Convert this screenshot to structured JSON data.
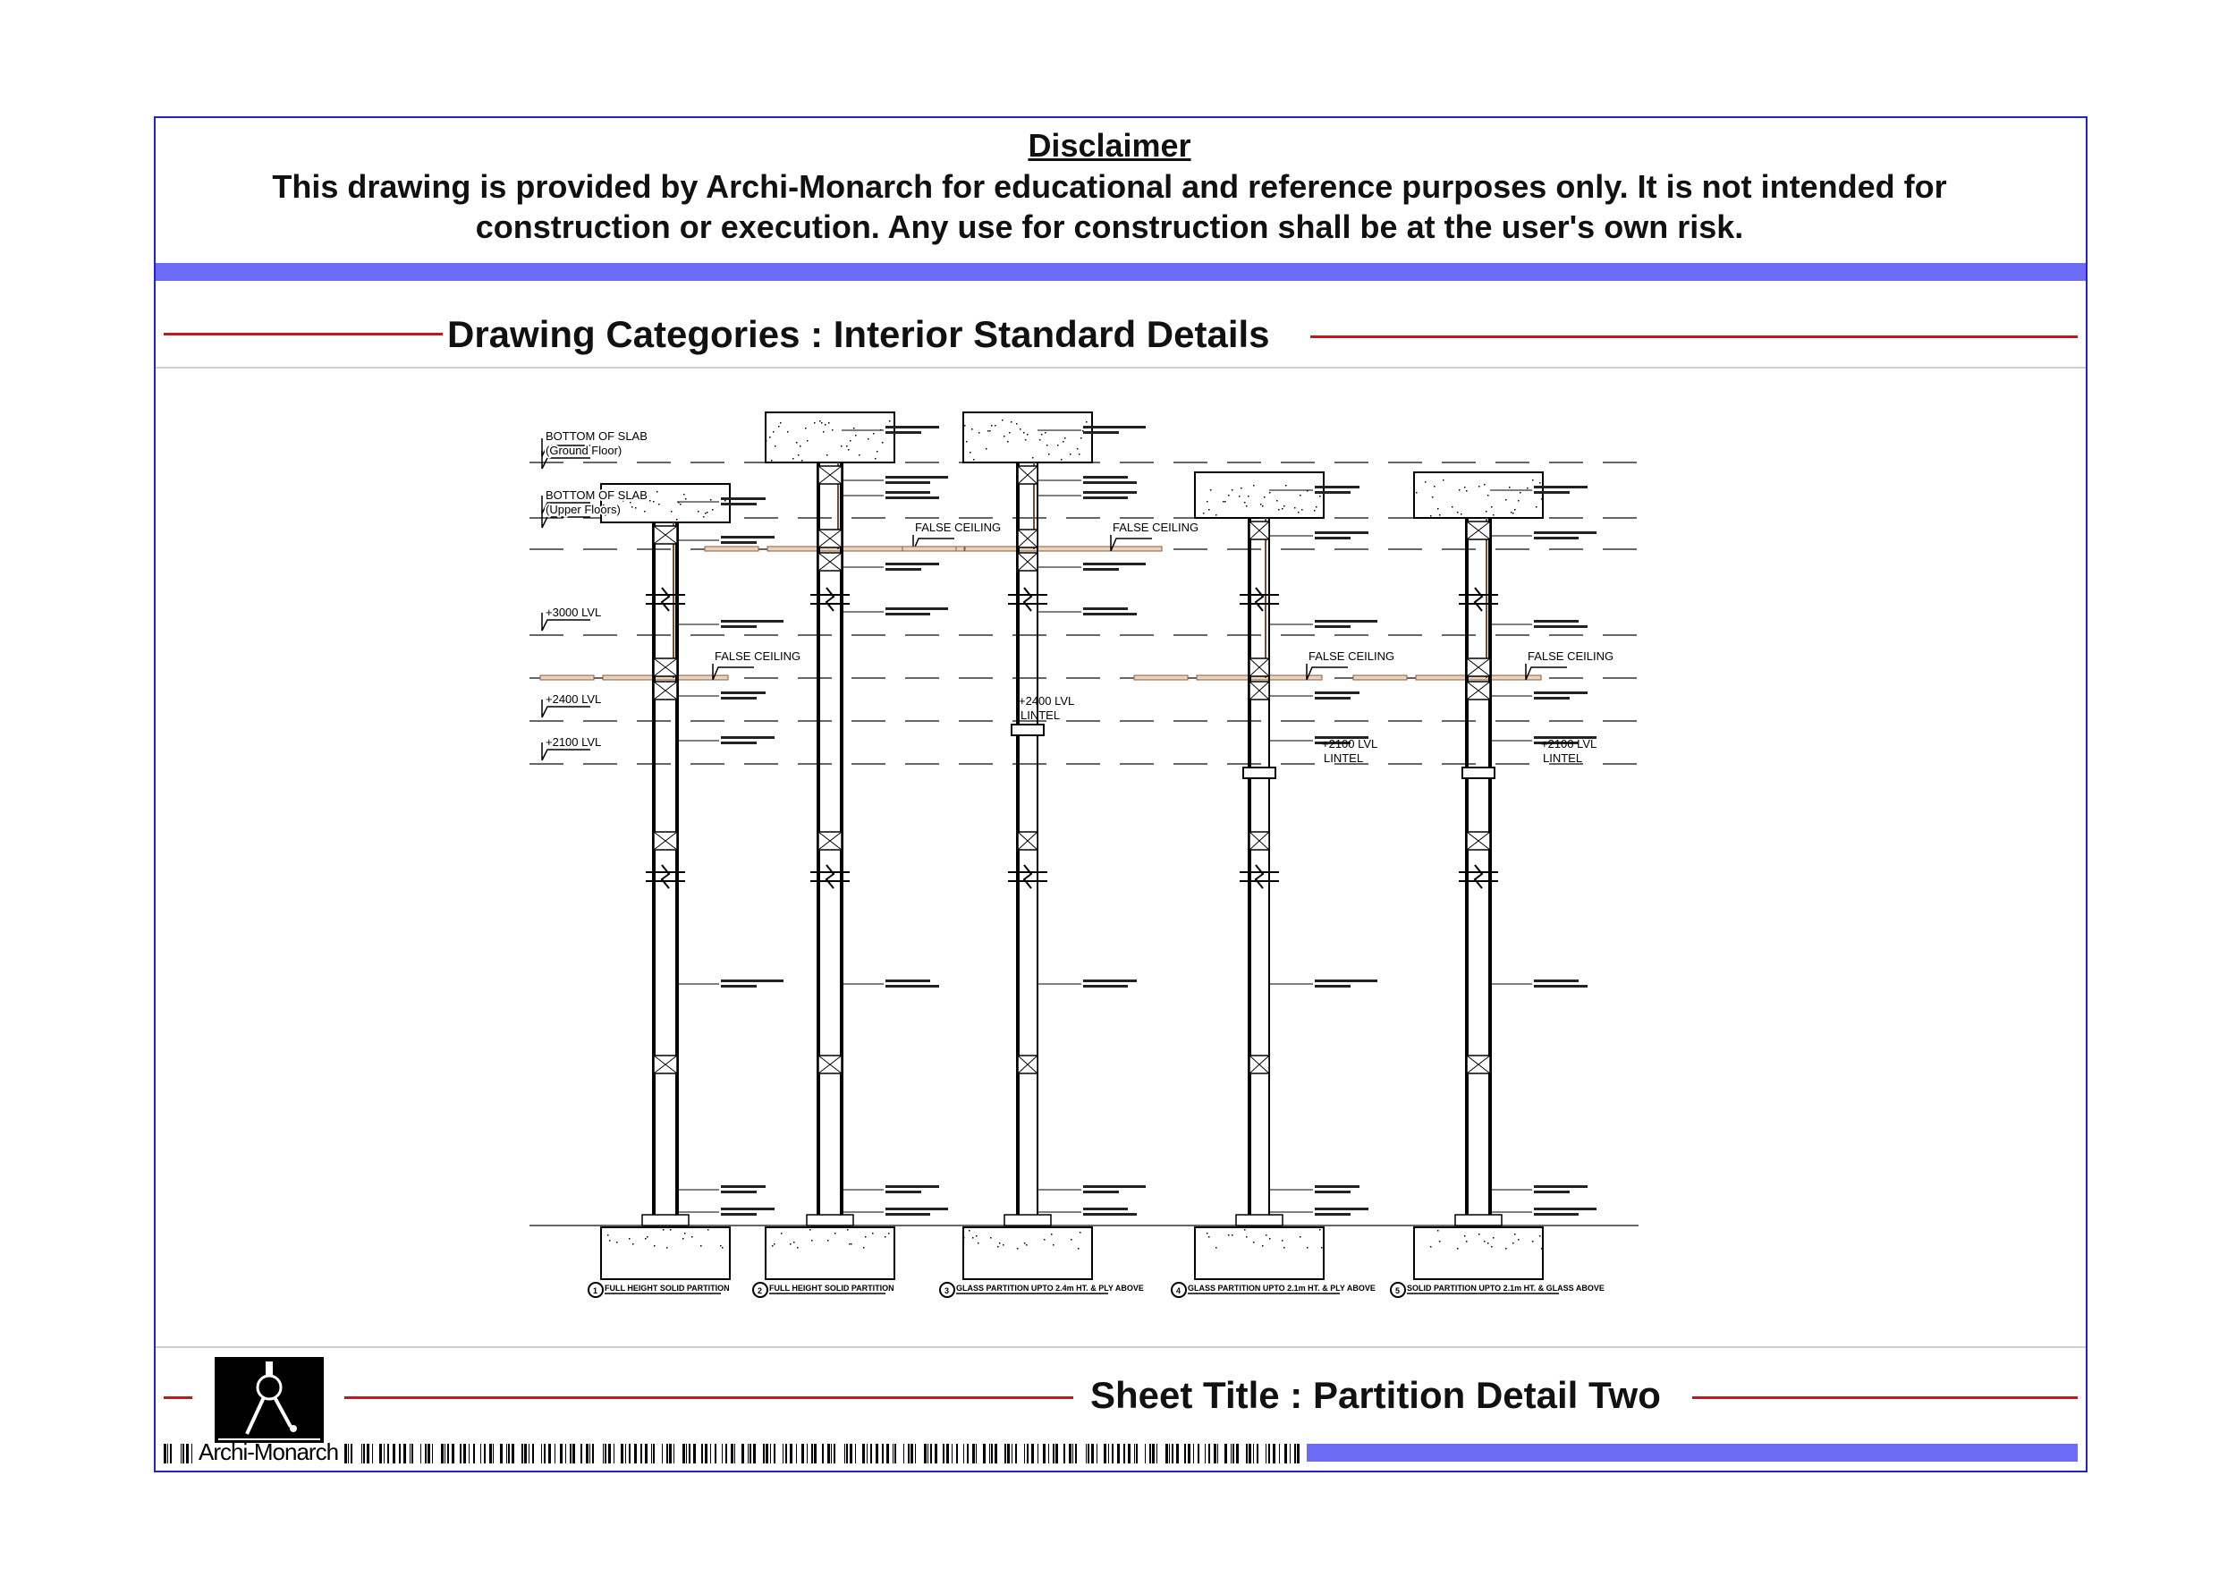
{
  "disclaimer": {
    "title": "Disclaimer",
    "text": "This drawing is provided by Archi-Monarch for educational and reference purposes only. It is not intended for construction or execution. Any use for construction shall be at the user's own risk."
  },
  "category_heading": "Drawing Categories : Interior Standard Details",
  "sheet_title": "Sheet Title : Partition Detail Two",
  "logo": {
    "text": "Archi-Monarch"
  },
  "colors": {
    "frame": "#2222cc",
    "band": "#6b6bf5",
    "rule": "#c0181c"
  },
  "drawing": {
    "levels": {
      "bottom_slab": "BOTTOM OF SLAB",
      "ground_floor": "(Ground Floor)",
      "upper_floors": "(Upper Floors)",
      "lvl3000": "+3000 LVL",
      "lvl2400": "+2400 LVL",
      "lvl2100": "+2100 LVL"
    },
    "false_ceiling": "FALSE CEILING",
    "lintel": "LINTEL",
    "lintel_2400": "+2400 LVL",
    "lintel_2100": "+2100 LVL",
    "captions": [
      "FULL HEIGHT SOLID PARTITION",
      "FULL HEIGHT SOLID PARTITION",
      "GLASS PARTITION UPTO 2.4m HT. & PLY ABOVE",
      "GLASS PARTITION UPTO 2.1m HT. & PLY ABOVE",
      "SOLID PARTITION UPTO 2.1m HT. & GLASS ABOVE"
    ],
    "caption_numbers": [
      "1",
      "2",
      "3",
      "4",
      "5"
    ]
  }
}
